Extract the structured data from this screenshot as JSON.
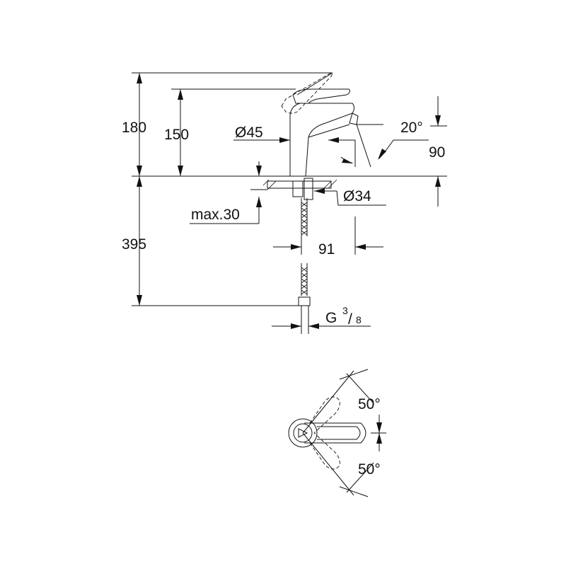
{
  "dimensions": {
    "total_height": "180",
    "spout_height": "150",
    "body_diameter": "Ø45",
    "spout_angle": "20°",
    "spout_reach": "90",
    "hole_diameter": "Ø34",
    "max_deck_thickness": "max.30",
    "hose_length": "395",
    "hole_offset": "91",
    "thread_prefix": "G",
    "thread_num": "3",
    "thread_den": "8",
    "lever_angle_top": "50°",
    "lever_angle_bottom": "50°"
  }
}
